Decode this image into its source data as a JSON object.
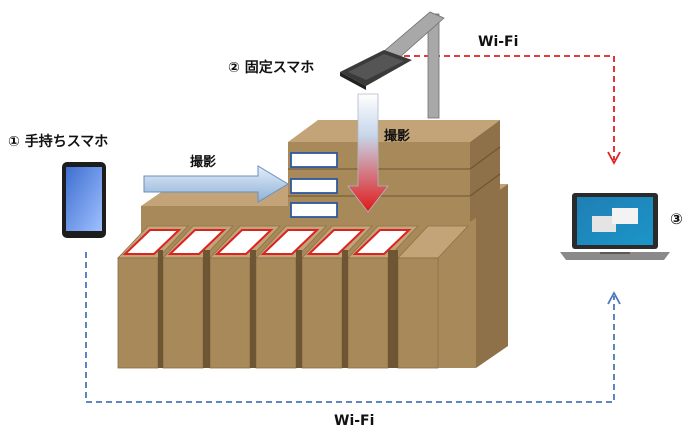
{
  "labels": {
    "handheld": "① 手持ちスマホ",
    "fixed": "② 固定スマホ",
    "pc": "③",
    "shoot_side": "撮影",
    "shoot_top": "撮影",
    "wifi_top": "Wi-Fi",
    "wifi_bottom": "Wi-Fi"
  },
  "colors": {
    "box_front": "#a8895a",
    "box_top": "#c2a478",
    "box_side": "#8e7148",
    "label_red": "#dd2222",
    "label_blue": "#2c5aa0",
    "wifi_red": "#dd2222",
    "wifi_blue": "#4a78b8",
    "arm": "#a8a8a8"
  },
  "icons": {
    "handheld": "smartphone-icon",
    "fixed": "mounted-smartphone-icon",
    "pc": "laptop-icon"
  }
}
